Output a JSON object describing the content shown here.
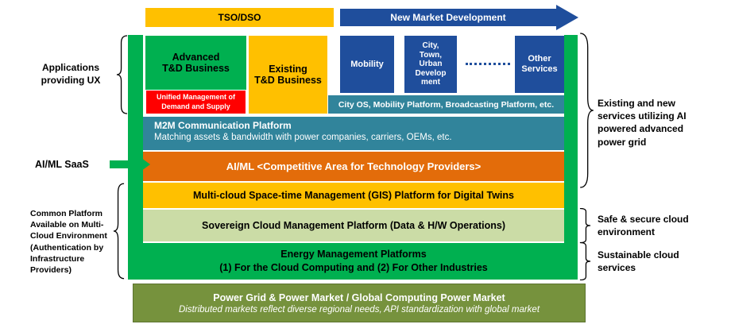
{
  "banners": {
    "tso_dso": "TSO/DSO",
    "new_market": "New Market Development"
  },
  "left_labels": {
    "applications": "Applications\nproviding UX",
    "aiml_saas": "AI/ML SaaS",
    "common_platform": "Common Platform\nAvailable on Multi-\nCloud Environment\n(Authentication by\nInfrastructure\nProviders)"
  },
  "right_labels": {
    "existing_new": "Existing and new\nservices utilizing AI\npowered advanced\npower grid",
    "safe_secure": "Safe & secure cloud\nenvironment",
    "sustainable": "Sustainable cloud\nservices"
  },
  "app_boxes": {
    "advanced_td": "Advanced\nT&D Business",
    "unified_mgmt": "Unified Management of\nDemand and Supply",
    "existing_td": "Existing\nT&D Business",
    "mobility": "Mobility",
    "city_town": "City,\nTown,\nUrban\nDevelop\nment",
    "other_services": "Other\nServices",
    "city_os_strip": "City OS, Mobility Platform, Broadcasting Platform, etc."
  },
  "platform_rows": {
    "m2m_title": "M2M Communication Platform",
    "m2m_subtitle": "Matching assets & bandwidth with power companies, carriers, OEMs, etc.",
    "aiml": "AI/ML <Competitive Area for Technology Providers>",
    "multicloud": "Multi-cloud Space-time Management  (GIS)  Platform for Digital Twins",
    "sovereign": "Sovereign Cloud Management Platform (Data & H/W Operations)",
    "energy": "Energy Management Platforms\n(1) For the Cloud Computing and (2) For Other Industries",
    "power_grid_title": "Power Grid & Power Market / Global Computing Power Market",
    "power_grid_subtitle": "Distributed markets reflect diverse regional needs, API standardization with global market"
  },
  "colors": {
    "gold": "#FFC000",
    "dark_blue": "#1F4E9C",
    "bright_green": "#00B050",
    "red": "#FF0000",
    "teal": "#31849B",
    "orange": "#E36C0A",
    "light_green": "#CBDCA6",
    "olive": "#76923D",
    "text_dark": "#000000",
    "text_light": "#FFFFFF"
  }
}
